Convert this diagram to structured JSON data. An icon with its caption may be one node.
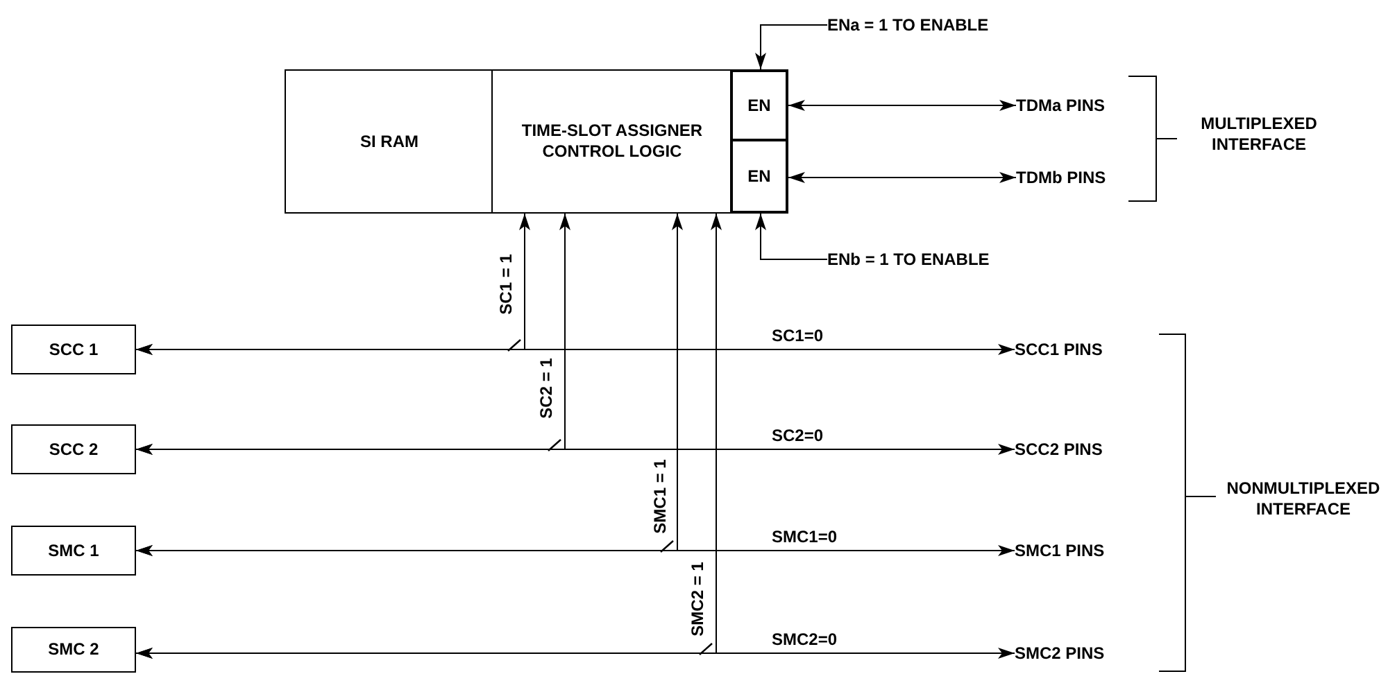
{
  "diagram": {
    "nodes": [
      {
        "text": [
          "SI RAM"
        ]
      },
      {
        "text": [
          "TIME-SLOT ASSIGNER CONTROL LOGIC"
        ]
      },
      {
        "text": [
          "EN"
        ]
      },
      {
        "text": [
          "EN"
        ]
      },
      {
        "text": [
          "ENa = 1 TO ENABLE"
        ]
      },
      {
        "text": [
          "ENb = 1 TO ENABLE"
        ]
      },
      {
        "text": [
          "TDMa PINS"
        ]
      },
      {
        "text": [
          "TDMb PINS"
        ]
      },
      {
        "text": [
          "SCC 1"
        ]
      },
      {
        "text": [
          "SCC 2"
        ]
      },
      {
        "text": [
          "SMC 1"
        ]
      },
      {
        "text": [
          "SMC 2"
        ]
      },
      {
        "text": [
          "SCC1 PINS"
        ]
      },
      {
        "text": [
          "SCC2 PINS"
        ]
      },
      {
        "text": [
          "SMC1 PINS"
        ]
      },
      {
        "text": [
          "SMC2 PINS"
        ]
      }
    ],
    "edges": [
      {
        "from": 4,
        "to": 2,
        "arrow": "to"
      },
      {
        "from": 5,
        "to": 3,
        "arrow": "to"
      },
      {
        "from": 2,
        "to": 6,
        "arrow": "both"
      },
      {
        "from": 3,
        "to": 7,
        "arrow": "both"
      },
      {
        "from": 8,
        "to": 12,
        "arrow": "both",
        "label": "SC1=0"
      },
      {
        "from": 8,
        "to": 1,
        "arrow": "both",
        "label": "SC1 = 1"
      },
      {
        "from": 9,
        "to": 13,
        "arrow": "both",
        "label": "SC2=0"
      },
      {
        "from": 9,
        "to": 1,
        "arrow": "both",
        "label": "SC2 = 1"
      },
      {
        "from": 10,
        "to": 14,
        "arrow": "both",
        "label": "SMC1=0"
      },
      {
        "from": 10,
        "to": 1,
        "arrow": "both",
        "label": "SMC1 = 1"
      },
      {
        "from": 11,
        "to": 15,
        "arrow": "both",
        "label": "SMC2=0"
      },
      {
        "from": 11,
        "to": 1,
        "arrow": "both",
        "label": "SMC2 = 1"
      }
    ],
    "labels": [
      "MULTIPLEXED INTERFACE",
      "NONMULTIPLEXED INTERFACE"
    ]
  }
}
